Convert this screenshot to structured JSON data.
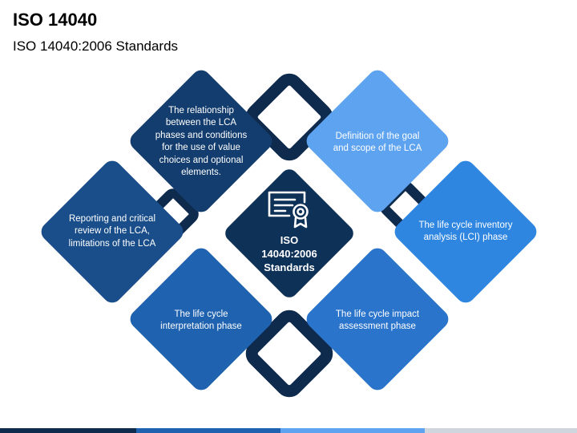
{
  "header": {
    "title": "ISO 14040",
    "subtitle": "ISO 14040:2006 Standards"
  },
  "center": {
    "label": "ISO 14040:2006 Standards",
    "icon": "certificate-icon",
    "color": "#0e3158"
  },
  "nodes": [
    {
      "id": "relationship",
      "text": "The relationship between the LCA phases and conditions for the use of value choices and optional elements.",
      "color": "#133d6e"
    },
    {
      "id": "goal-scope",
      "text": "Definition of the goal and scope of the LCA",
      "color": "#5ea3f0"
    },
    {
      "id": "reporting",
      "text": "Reporting and critical review of the LCA, limitations of the LCA",
      "color": "#1a4e8a"
    },
    {
      "id": "inventory",
      "text": "The life cycle inventory analysis (LCI) phase",
      "color": "#2f86e0"
    },
    {
      "id": "interpretation",
      "text": "The life cycle interpretation phase",
      "color": "#1f62b0"
    },
    {
      "id": "impact",
      "text": "The life cycle impact assessment phase",
      "color": "#2a74cc"
    }
  ],
  "colors": {
    "connector": "#0e2a4c",
    "footer": [
      "#0e2a4c",
      "#1f62b0",
      "#5ea3f0",
      "#cfd6dd"
    ]
  }
}
